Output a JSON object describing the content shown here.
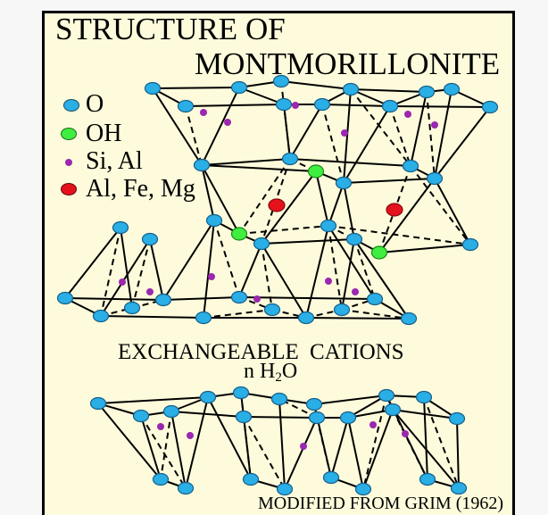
{
  "title": {
    "line1": "STRUCTURE OF",
    "line2": "MONTMORILLONITE"
  },
  "legend": [
    {
      "label": "O",
      "color": "#2aaee6"
    },
    {
      "label": "OH",
      "color": "#3fee3f"
    },
    {
      "label": "Si, Al",
      "color": "#9c27b0"
    },
    {
      "label": "Al, Fe, Mg",
      "color": "#e3121b"
    }
  ],
  "labels": {
    "exchangeable": "EXCHANGEABLE CATIONS",
    "water_prefix": "n H",
    "water_sub": "2",
    "water_suffix": "O",
    "credit": "MODIFIED FROM GRIM (1962)"
  },
  "colors": {
    "panel_background": "#fdfbdb",
    "border": "#000000",
    "bond": "#000000"
  }
}
